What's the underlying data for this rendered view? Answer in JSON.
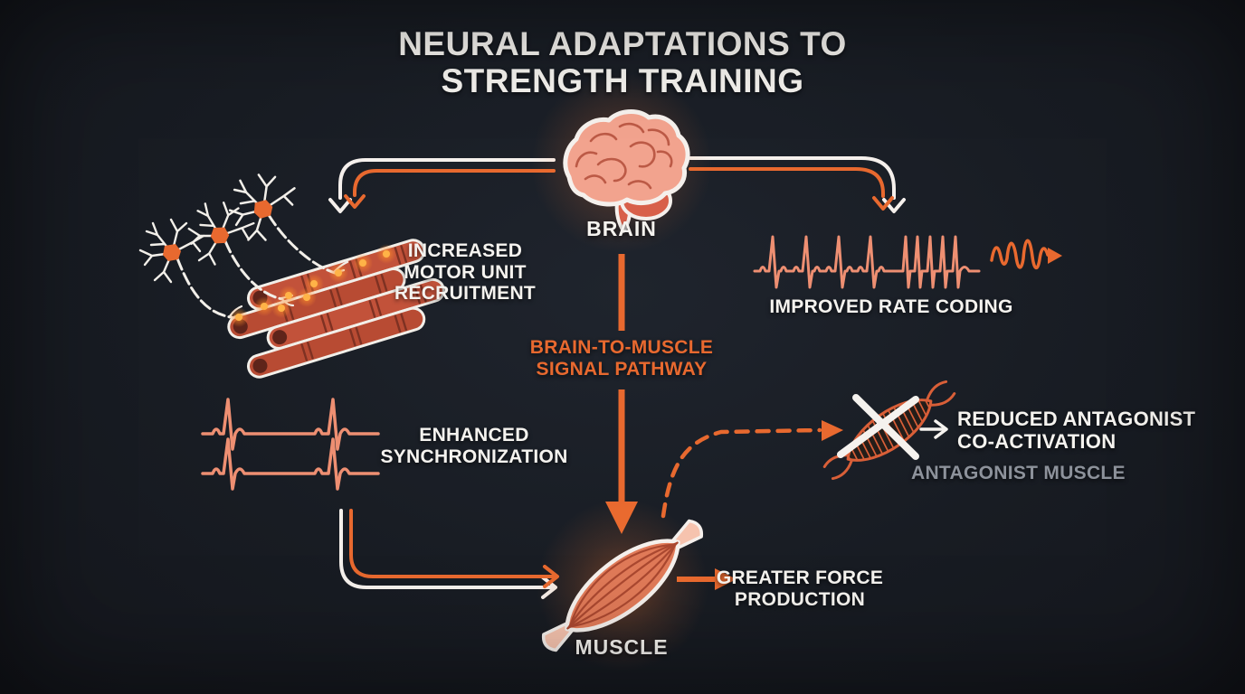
{
  "title": "NEURAL ADAPTATIONS TO STRENGTH TRAINING",
  "nodes": {
    "brain": "BRAIN",
    "muscle": "MUSCLE",
    "antagonist_muscle": "ANTAGONIST MUSCLE"
  },
  "pathway_label": "BRAIN-TO-MUSCLE\nSIGNAL PATHWAY",
  "adaptations": {
    "motor_unit_recruitment": "INCREASED\nMOTOR UNIT\nRECRUITMENT",
    "rate_coding": "IMPROVED RATE CODING",
    "synchronization": "ENHANCED\nSYNCHRONIZATION",
    "antagonist_co_activation": "REDUCED ANTAGONIST\nCO-ACTIVATION",
    "force_production": "GREATER FORCE\nPRODUCTION"
  },
  "icons": {
    "brain": "brain-icon",
    "muscle": "muscle-icon",
    "antagonist_muscle": "antagonist-muscle-crossed-icon",
    "motor_neurons": "motor-neurons-and-fibers-icon",
    "spike_train": "spike-train-waveform-icon",
    "rate_wavelet": "oscillation-arrow-icon",
    "sync_waves": "synchronized-waveforms-icon"
  },
  "colors": {
    "background": "#181c23",
    "accent_orange": "#e8692f",
    "waveform_salmon": "#ee8f72",
    "text_white": "#f5f3ef",
    "muted_gray": "#8d929b",
    "brain_fill": "#f2a38e",
    "muscle_fill": "#e07a58"
  }
}
